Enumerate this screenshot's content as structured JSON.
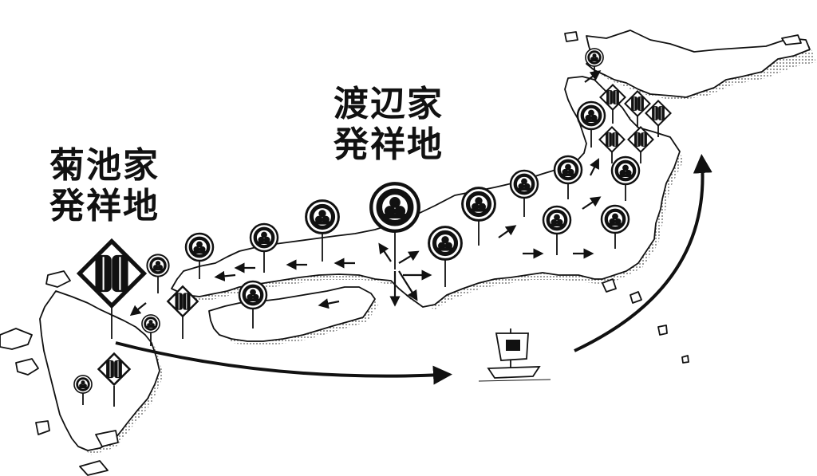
{
  "labels": {
    "kikuchi": {
      "line1": "菊池家",
      "line2": "発祥地"
    },
    "watanabe": {
      "line1": "渡辺家",
      "line2": "発祥地"
    }
  },
  "legend_icons": {
    "kikuchi_crest": "diamond-with-hawk-feathers-icon",
    "watanabe_crest": "three-stars-circle-icon"
  },
  "colors": {
    "ink": "#111111",
    "land_fill": "#ffffff",
    "shadow_dots": "#555555"
  }
}
